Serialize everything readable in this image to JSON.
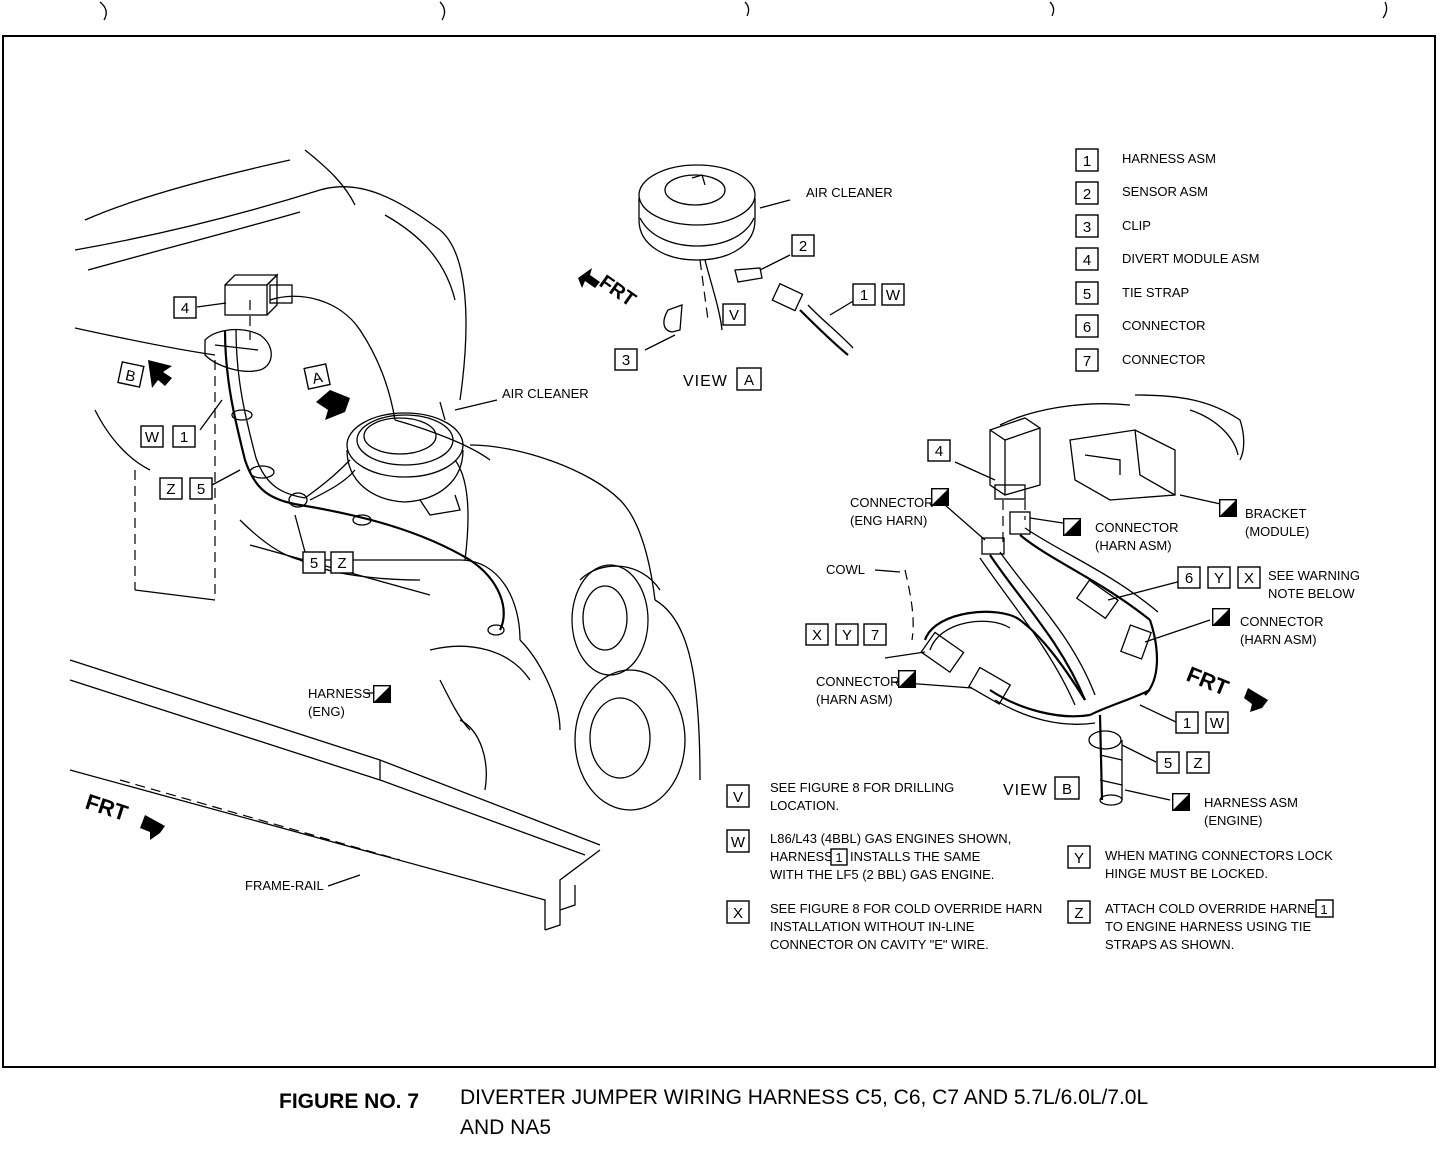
{
  "legend": [
    {
      "num": "1",
      "label": "HARNESS ASM"
    },
    {
      "num": "2",
      "label": "SENSOR ASM"
    },
    {
      "num": "3",
      "label": "CLIP"
    },
    {
      "num": "4",
      "label": "DIVERT MODULE ASM"
    },
    {
      "num": "5",
      "label": "TIE STRAP"
    },
    {
      "num": "6",
      "label": "CONNECTOR"
    },
    {
      "num": "7",
      "label": "CONNECTOR"
    }
  ],
  "labels": {
    "air_cleaner": "AIR CLEANER",
    "frt": "FRT",
    "view": "VIEW",
    "harness_eng_1": "HARNESS",
    "harness_eng_2": "(ENG)",
    "frame_rail": "FRAME-RAIL",
    "connector": "CONNECTOR",
    "eng_harn": "(ENG HARN)",
    "harn_asm": "(HARN ASM)",
    "bracket": "BRACKET",
    "module": "(MODULE)",
    "cowl": "COWL",
    "see_warning_1": "SEE WARNING",
    "see_warning_2": "NOTE BELOW",
    "harness_asm": "HARNESS ASM",
    "engine": "(ENGINE)"
  },
  "callouts": {
    "n1": "1",
    "n2": "2",
    "n3": "3",
    "n4": "4",
    "n5": "5",
    "n6": "6",
    "n7": "7",
    "a": "A",
    "b": "B",
    "v": "V",
    "w": "W",
    "x": "X",
    "y": "Y",
    "z": "Z"
  },
  "notes": [
    {
      "key": "V",
      "lines": [
        "SEE FIGURE 8 FOR DRILLING",
        "LOCATION."
      ]
    },
    {
      "key": "W",
      "lines": [
        "L86/L43 (4BBL) GAS ENGINES SHOWN,",
        "HARNESS",
        "INSTALLS THE SAME",
        "WITH THE LF5 (2 BBL) GAS ENGINE."
      ]
    },
    {
      "key": "X",
      "lines": [
        "SEE FIGURE 8 FOR COLD OVERRIDE HARN",
        "INSTALLATION WITHOUT IN-LINE",
        "CONNECTOR ON CAVITY \"E\" WIRE."
      ]
    },
    {
      "key": "Y",
      "lines": [
        "WHEN MATING CONNECTORS LOCK",
        "HINGE MUST BE LOCKED."
      ]
    },
    {
      "key": "Z",
      "lines": [
        "ATTACH COLD OVERRIDE HARNESS",
        "TO ENGINE HARNESS USING TIE",
        "STRAPS AS SHOWN."
      ]
    }
  ],
  "caption": {
    "figure": "FIGURE NO. 7",
    "title_line1": "DIVERTER JUMPER WIRING HARNESS C5, C6, C7 AND 5.7L/6.0L/7.0L",
    "title_line2": "AND NA5"
  }
}
